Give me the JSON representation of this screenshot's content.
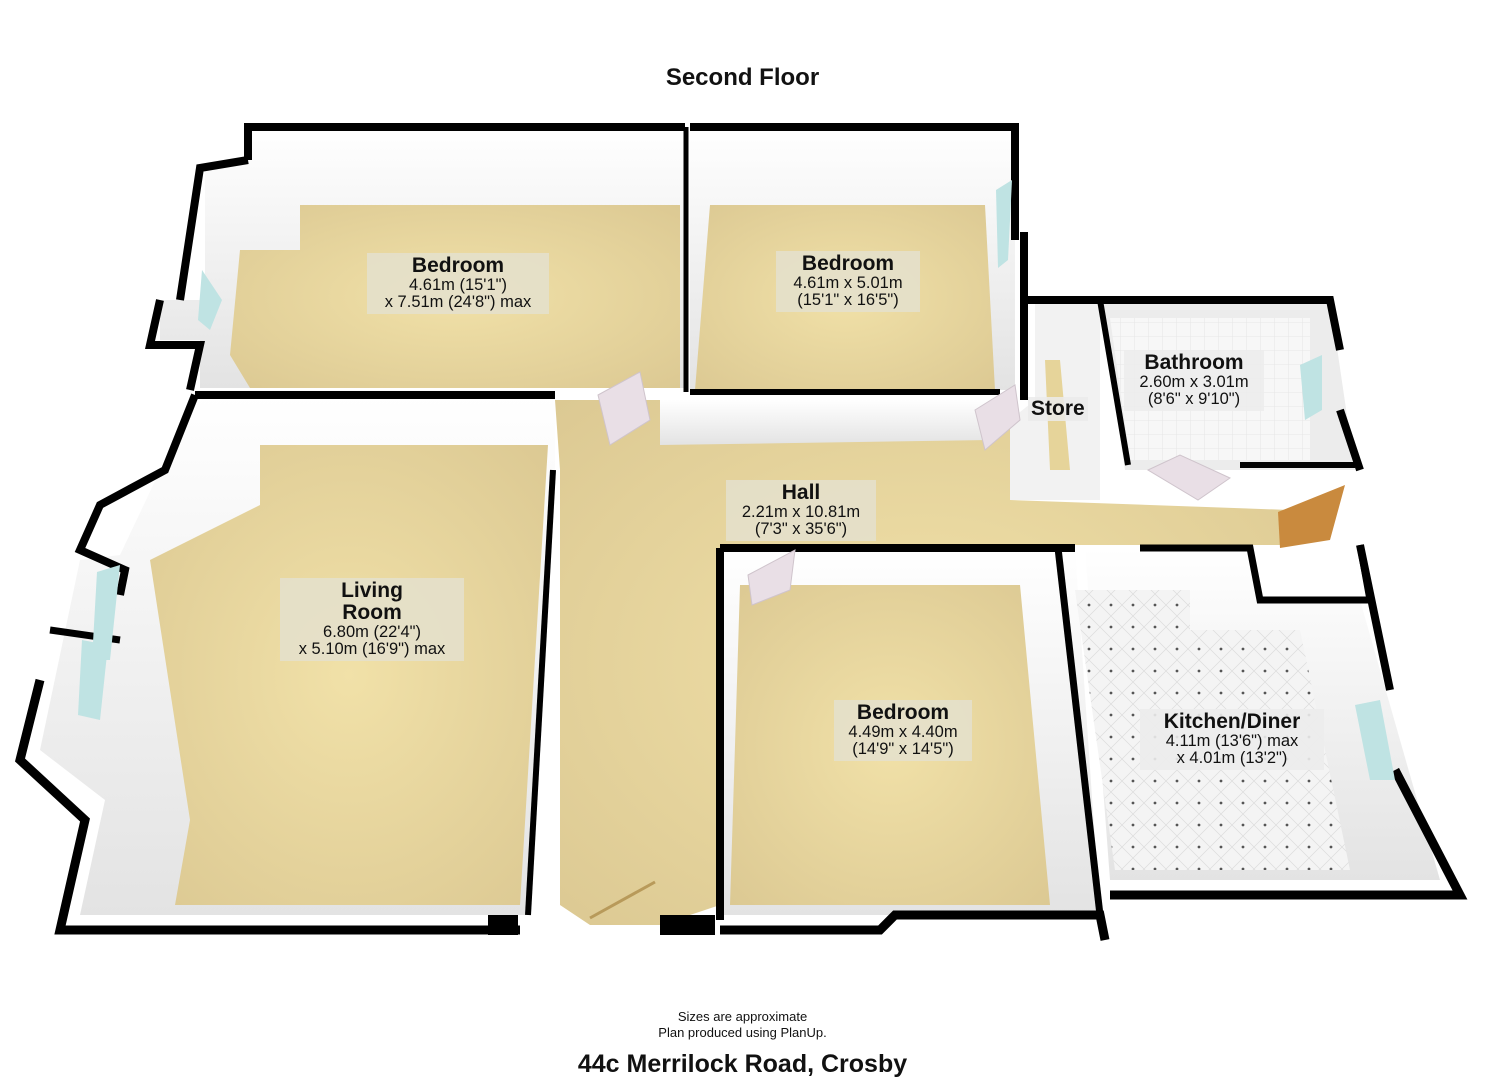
{
  "header": {
    "title": "Second Floor"
  },
  "rooms": {
    "bedroom1": {
      "name": "Bedroom",
      "dim1": "4.61m (15'1\")",
      "dim2": "x 7.51m (24'8\") max"
    },
    "bedroom2": {
      "name": "Bedroom",
      "dim1": "4.61m x 5.01m",
      "dim2": "(15'1\" x 16'5\")"
    },
    "bathroom": {
      "name": "Bathroom",
      "dim1": "2.60m x 3.01m",
      "dim2": "(8'6\" x 9'10\")"
    },
    "store": {
      "name": "Store"
    },
    "hall": {
      "name": "Hall",
      "dim1": "2.21m x 10.81m",
      "dim2": "(7'3\" x 35'6\")"
    },
    "living_room": {
      "name_line1": "Living",
      "name_line2": "Room",
      "dim1": "6.80m (22'4\")",
      "dim2": "x 5.10m (16'9\") max"
    },
    "bedroom3": {
      "name": "Bedroom",
      "dim1": "4.49m x 4.40m",
      "dim2": "(14'9\" x 14'5\")"
    },
    "kitchen": {
      "name": "Kitchen/Diner",
      "dim1": "4.11m (13'6\") max",
      "dim2": "x 4.01m (13'2\")"
    }
  },
  "footer": {
    "note1": "Sizes are approximate",
    "note2": "Plan produced using PlanUp.",
    "address": "44c Merrilock Road, Crosby"
  },
  "colors": {
    "carpet": "#e6d49a",
    "wall_top": "#000000",
    "wall_face": "#f4f4f4",
    "tile": "#f2f2f2",
    "window": "#bfe3e3",
    "door": "#e9dfe6",
    "front_door": "#c98a3e"
  }
}
